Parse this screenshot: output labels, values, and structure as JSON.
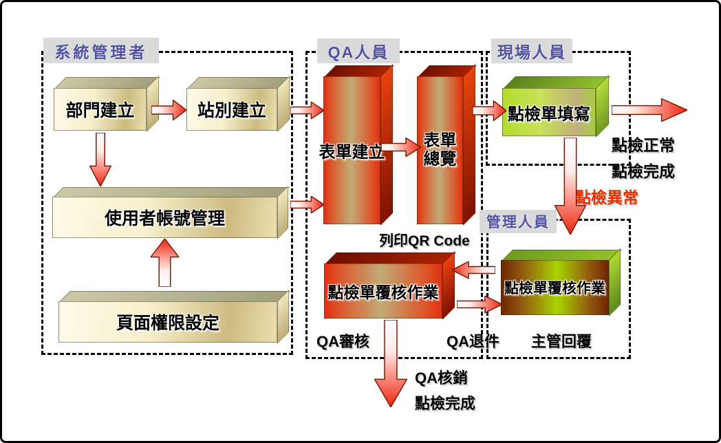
{
  "sections": {
    "admin": {
      "label": "系統管理者"
    },
    "qa": {
      "label": "QA人員"
    },
    "field": {
      "label": "現場人員"
    },
    "manager": {
      "label": "管理人員"
    }
  },
  "boxes": {
    "dept": {
      "label": "部門建立"
    },
    "station": {
      "label": "站別建立"
    },
    "account": {
      "label": "使用者帳號管理"
    },
    "permission": {
      "label": "頁面權限設定"
    },
    "form_create": {
      "label": "表單建立"
    },
    "form_overview_lines": [
      "表單",
      "總覽"
    ],
    "checklist_fill": {
      "label": "點檢單填寫"
    },
    "qa_review": {
      "label": "點檢單覆核作業"
    },
    "manager_review": {
      "label": "點檢單覆核作業"
    }
  },
  "annotations": {
    "print_qr": "列印QR Code",
    "check_normal": "點檢正常",
    "check_complete_right": "點檢完成",
    "check_abnormal": "點檢異常",
    "qa_audit": "QA審核",
    "qa_reject": "QA退件",
    "manager_reply": "主管回覆",
    "qa_writeoff": "QA核銷",
    "check_complete_bottom": "點檢完成"
  },
  "colors": {
    "arrow_red": "#f0230c",
    "abnormal_text_red": "#e63000",
    "header_text_blue": "#5252a2",
    "header_bg_gray": "#dadada",
    "beige_box": "#f4ecc6",
    "red_box": "#e23110",
    "green_box": "#b2dd2e"
  }
}
